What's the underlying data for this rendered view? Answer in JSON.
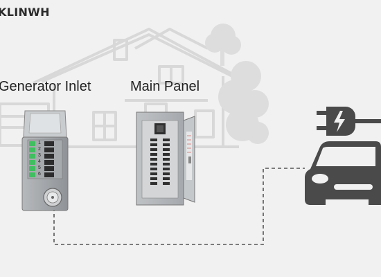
{
  "brand": {
    "name": "KLINWH"
  },
  "labels": {
    "inlet": "Generator Inlet",
    "panel": "Main Panel"
  },
  "switch_numbers": [
    "1",
    "2",
    "3",
    "4",
    "5",
    "6"
  ],
  "icons": {
    "house": "house-outline-icon",
    "car": "car-icon",
    "plug": "ev-plug-icon"
  },
  "colors": {
    "background": "#f1f1f1",
    "house_outline": "#d9d9d9",
    "car": "#4a4a4a",
    "wire": "#555555",
    "switch_green": "#3fbf5f",
    "device_gray": "#9ea2a6"
  }
}
